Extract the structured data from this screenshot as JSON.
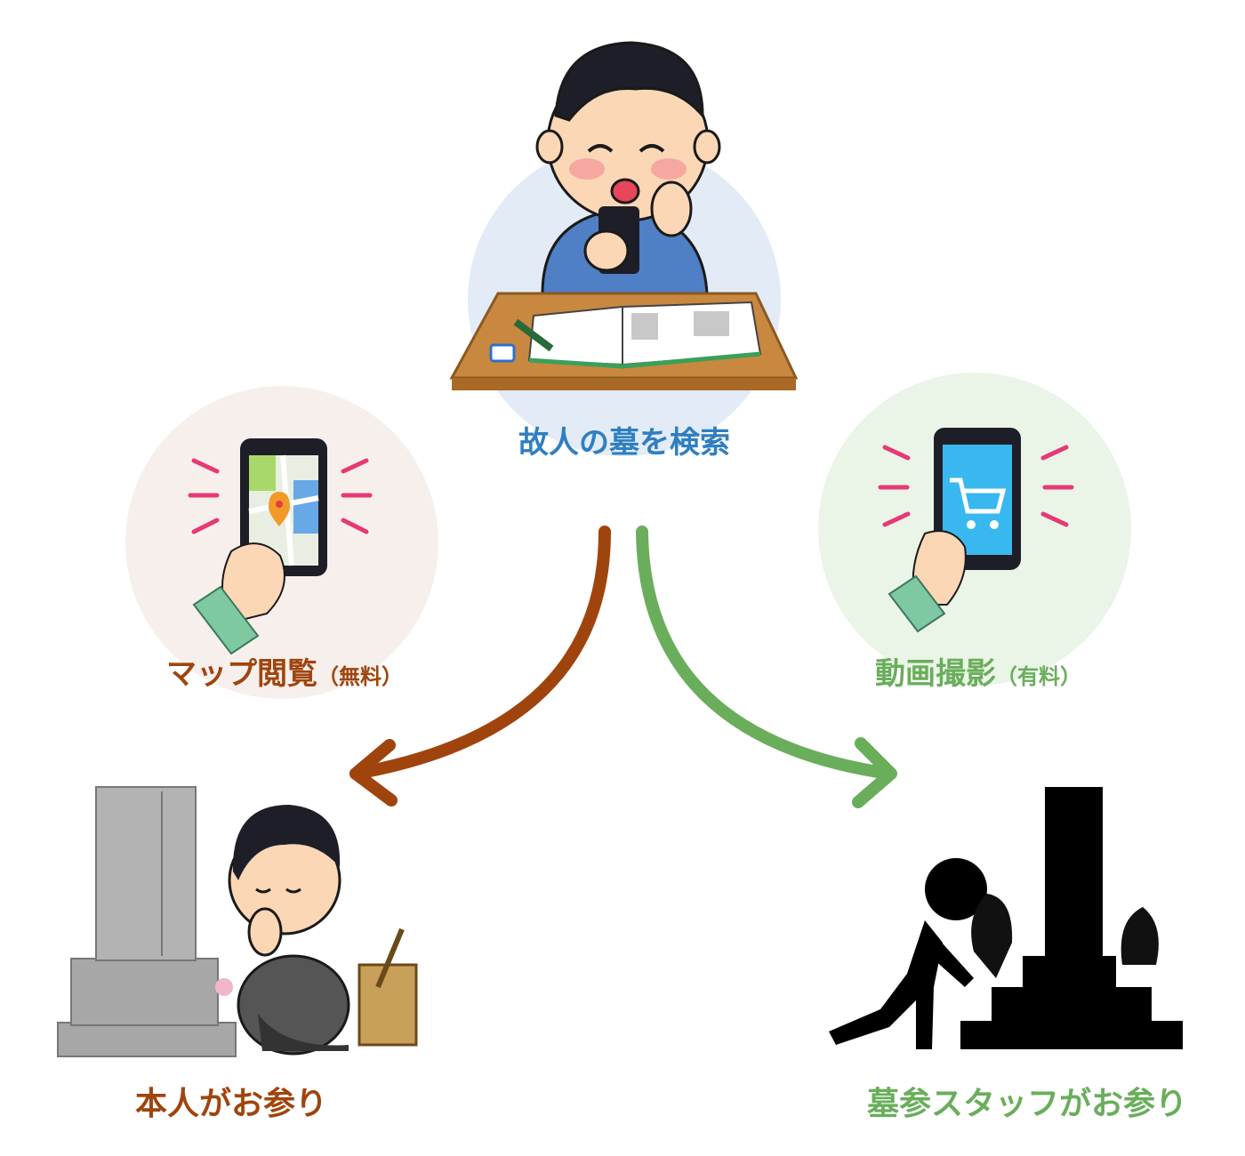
{
  "center": {
    "label": "故人の墓を検索"
  },
  "left_option": {
    "label": "マップ閲覧",
    "sub": "（無料）"
  },
  "right_option": {
    "label": "動画撮影",
    "sub": "（有料）"
  },
  "left_result": {
    "label": "本人がお参り"
  },
  "right_result": {
    "label": "墓参スタッフがお参り"
  },
  "colors": {
    "blue_text": "#2f7fc1",
    "brown": "#a0440e",
    "green": "#6aae5c",
    "center_circle": "#e3ebf6",
    "left_circle": "#f7efec",
    "right_circle": "#eaf4e7"
  }
}
